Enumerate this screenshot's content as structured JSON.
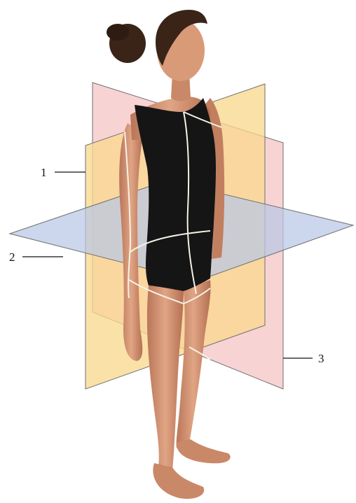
{
  "figure": {
    "callouts": [
      {
        "label": "1"
      },
      {
        "label": "2"
      },
      {
        "label": "3"
      }
    ],
    "colors": {
      "frontal_plane": "#f8d990",
      "sagittal_plane": "#f6c4c6",
      "transverse_plane": "#b9c8e6",
      "swimsuit": "#151515",
      "skin": "#d99a78",
      "hair": "#3a2418",
      "section_lines": "#f7f1e6"
    }
  }
}
